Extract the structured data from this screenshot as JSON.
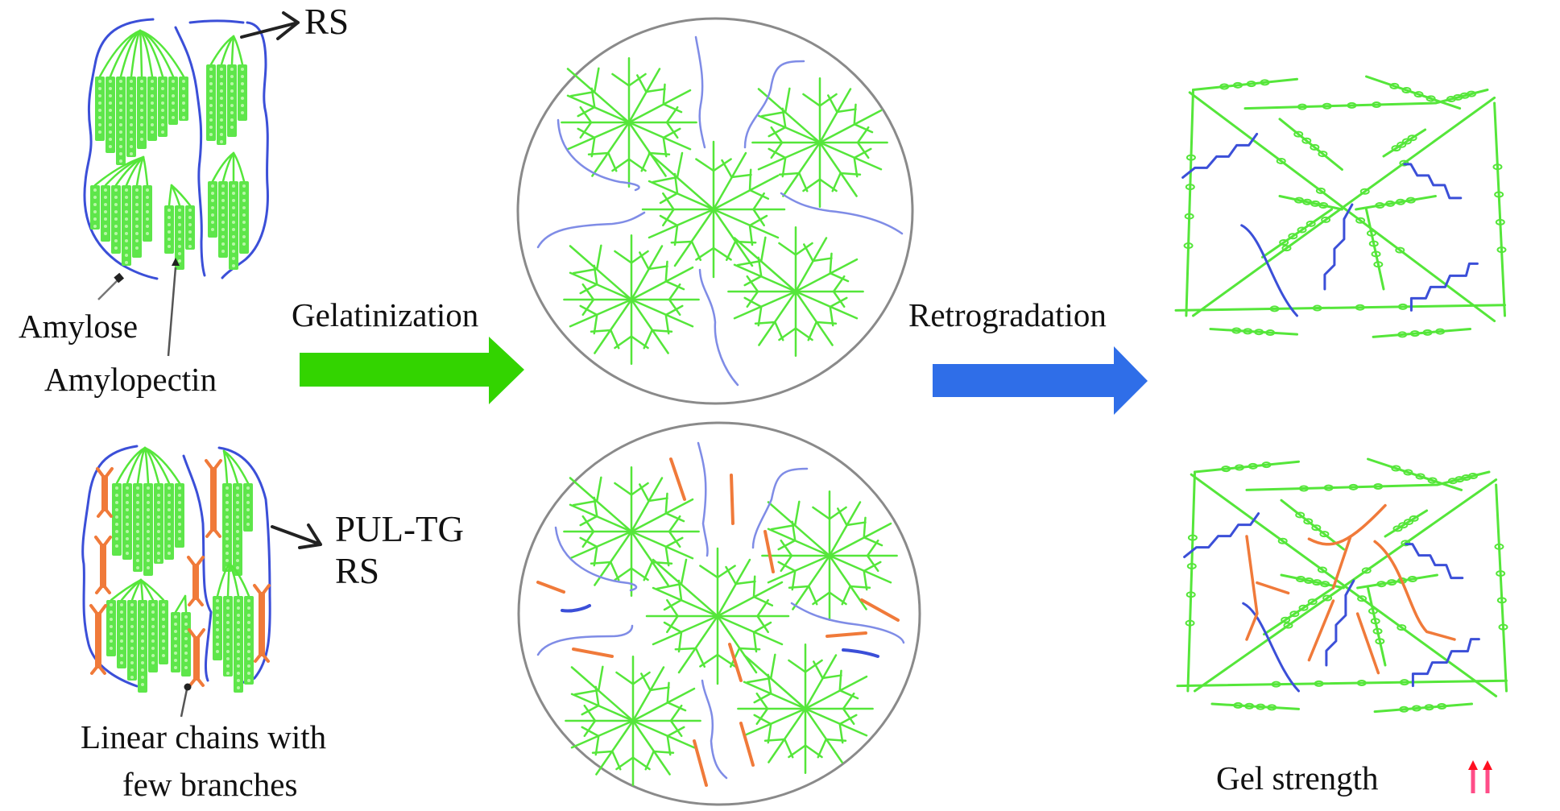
{
  "figure": {
    "colors": {
      "amylopectin_green": "#55e63a",
      "amylose_blue": "#3b4fd8",
      "pulluanse_fragment_orange": "#f07a3a",
      "gelatinization_arrow": "#33d400",
      "retrogradation_arrow": "#2f6ee8",
      "gel_strength_arrow": "#ff2a6a",
      "circle_outline": "#8a8a8a"
    },
    "top_row": {
      "granule_label": "RS",
      "amylose_label": "Amylose",
      "amylopectin_label": "Amylopectin"
    },
    "bottom_row": {
      "granule_label_line1": "PUL-TG",
      "granule_label_line2": "RS",
      "linear_chains_line1": "Linear chains with",
      "linear_chains_line2": "few branches"
    },
    "steps": {
      "gelatinization_label": "Gelatinization",
      "retrogradation_label": "Retrogradation"
    },
    "result": {
      "gel_strength_label": "Gel strength",
      "gel_strength_indicator": "increase-increase-icon"
    }
  }
}
